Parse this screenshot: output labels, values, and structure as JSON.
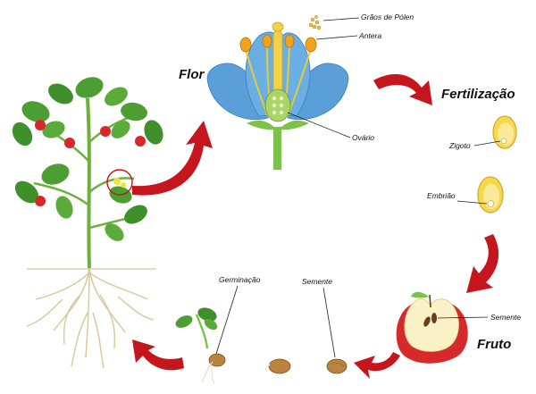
{
  "stages": {
    "flower": "Flor",
    "fertilization": "Fertilização",
    "fruit": "Fruto"
  },
  "labels": {
    "pollen": "Grãos de Pólen",
    "anther": "Antera",
    "ovary": "Ovário",
    "zygote": "Zigoto",
    "embryo": "Embrião",
    "seed_in_fruit": "Semente",
    "seed": "Semente",
    "germination": "Germinação"
  },
  "colors": {
    "arrow": "#c4161c",
    "petal": "#5b9fd8",
    "stem": "#7cc24a",
    "leaf": "#3d8f2c",
    "tomato": "#d8262b",
    "apple": "#d62a2a",
    "seed": "#b9843f",
    "zygote_fill": "#f6d94a"
  }
}
